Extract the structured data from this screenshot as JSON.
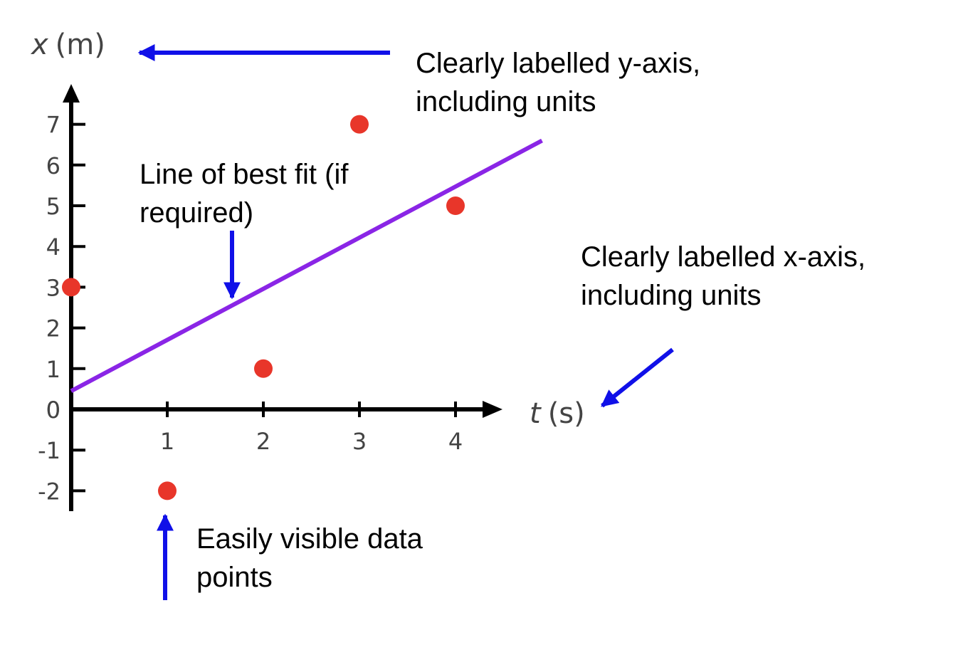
{
  "chart_data": {
    "type": "scatter",
    "xlabel": "t (s)",
    "xlabel_var": "t",
    "xlabel_unit": "(s)",
    "ylabel": "x (m)",
    "ylabel_var": "x",
    "ylabel_unit": "(m)",
    "x_ticks": [
      1,
      2,
      3,
      4
    ],
    "y_ticks": [
      -2,
      -1,
      0,
      1,
      2,
      3,
      4,
      5,
      6,
      7
    ],
    "points": [
      {
        "x": 0,
        "y": 3
      },
      {
        "x": 1,
        "y": -2
      },
      {
        "x": 2,
        "y": 1
      },
      {
        "x": 3,
        "y": 7
      },
      {
        "x": 4,
        "y": 5
      }
    ],
    "best_fit": {
      "x0": 0,
      "y0": 0.45,
      "x1": 4.9,
      "y1": 6.6
    },
    "grid": false,
    "colors": {
      "points": "#e8362a",
      "best_fit": "#8a25e6",
      "arrows": "#1010e8",
      "axes": "#000000"
    }
  },
  "annotations": {
    "y_axis_note": {
      "line1": "Clearly labelled y-axis,",
      "line2": "including units"
    },
    "x_axis_note": {
      "line1": "Clearly labelled x-axis,",
      "line2": "including units"
    },
    "best_fit_note": {
      "line1": "Line of best fit (if",
      "line2": "required)"
    },
    "points_note": {
      "line1": "Easily visible data",
      "line2": "points"
    }
  }
}
